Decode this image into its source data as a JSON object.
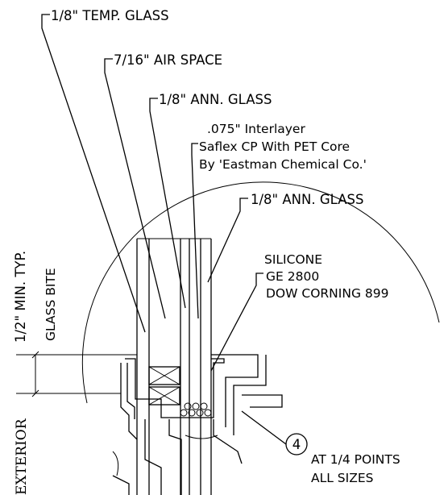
{
  "labels": {
    "temp_glass": "1/8\" TEMP. GLASS",
    "air_space": "7/16\" AIR SPACE",
    "ann_glass_top": "1/8\" ANN. GLASS",
    "interlayer_1": ".075\" Interlayer",
    "interlayer_2": "Saflex CP With PET Core",
    "interlayer_3": "By 'Eastman Chemical Co.'",
    "ann_glass_bottom": "1/8\" ANN. GLASS",
    "silicone_1": "SILICONE",
    "silicone_2": "GE 2800",
    "silicone_3": "DOW CORNING 899",
    "min_typ": "1/2\" MIN. TYP.",
    "glass_bite": "GLASS BITE",
    "exterior": "EXTERIOR",
    "callout_number": "4",
    "points_1": "AT 1/4 POINTS",
    "points_2": "ALL SIZES"
  }
}
